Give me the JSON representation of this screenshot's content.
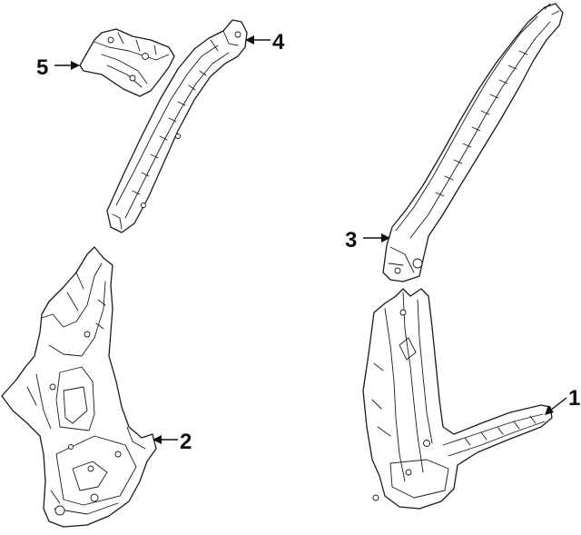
{
  "callouts": [
    {
      "id": "1",
      "label": "1"
    },
    {
      "id": "2",
      "label": "2"
    },
    {
      "id": "3",
      "label": "3"
    },
    {
      "id": "4",
      "label": "4"
    },
    {
      "id": "5",
      "label": "5"
    }
  ],
  "colors": {
    "line": "#1a1a1a",
    "background": "#ffffff"
  }
}
